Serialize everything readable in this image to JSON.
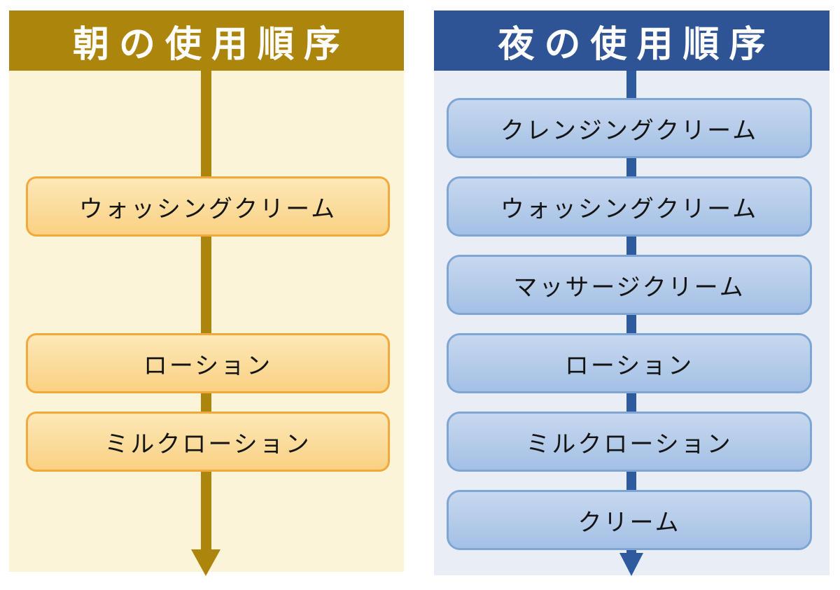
{
  "theme": {
    "gold_header": "#ab850c",
    "gold_line": "#ab850c",
    "gold_body": "#fcf4d9",
    "gold_box_border": "#f2a93b",
    "gold_box_top": "#fde8b7",
    "gold_box_bottom": "#f9d183",
    "blue_header": "#2f5496",
    "blue_line": "#2e5b9e",
    "blue_body": "#e9eef6",
    "blue_box_border": "#7ea6d4",
    "blue_box_top": "#c7d8ef",
    "blue_box_bottom": "#a4c0e5"
  },
  "panels": [
    {
      "title": "朝の使用順序",
      "items": [
        {
          "label": "ウォッシングクリーム",
          "row": 2
        },
        {
          "label": "ローション",
          "row": 4
        },
        {
          "label": "ミルクローション",
          "row": 5
        }
      ]
    },
    {
      "title": "夜の使用順序",
      "items": [
        {
          "label": "クレンジングクリーム",
          "row": 1
        },
        {
          "label": "ウォッシングクリーム",
          "row": 2
        },
        {
          "label": "マッサージクリーム",
          "row": 3
        },
        {
          "label": "ローション",
          "row": 4
        },
        {
          "label": "ミルクローション",
          "row": 5
        },
        {
          "label": "クリーム",
          "row": 6
        }
      ]
    }
  ]
}
